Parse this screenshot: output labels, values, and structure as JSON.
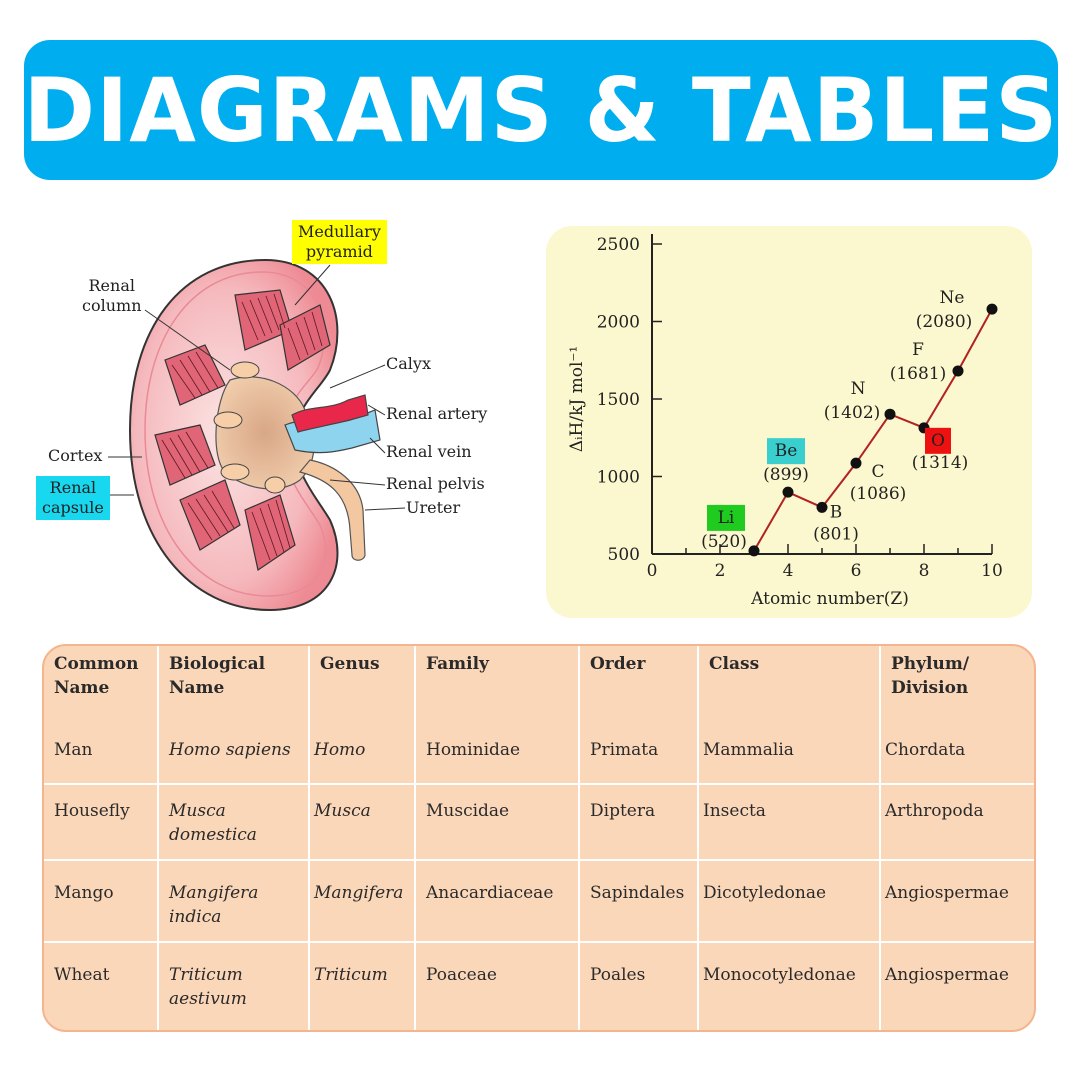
{
  "banner": {
    "title": "DIAGRAMS & TABLES"
  },
  "kidney": {
    "labels": {
      "medullary_pyramid": "Medullary\npyramid",
      "renal_column": "Renal\ncolumn",
      "calyx": "Calyx",
      "renal_artery": "Renal artery",
      "renal_vein": "Renal vein",
      "cortex": "Cortex",
      "renal_capsule": "Renal\ncapsule",
      "renal_pelvis": "Renal pelvis",
      "ureter": "Ureter"
    },
    "colors": {
      "highlight_yellow": "#ffff00",
      "highlight_cyan": "#18d8f0",
      "artery": "#e8274b",
      "vein": "#8fd4ee"
    }
  },
  "chart_data": {
    "type": "line",
    "xlabel": "Atomic number(Z)",
    "ylabel": "ΔᵢH/kJ mol⁻¹",
    "xlim": [
      0,
      10
    ],
    "ylim": [
      500,
      2500
    ],
    "xticks": [
      "0",
      "2",
      "4",
      "6",
      "8",
      "10"
    ],
    "yticks": [
      "500",
      "1000",
      "1500",
      "2000",
      "2500"
    ],
    "background": "#fbf8cf",
    "line_color": "#b22222",
    "points": [
      {
        "x": 3,
        "y": 520,
        "element": "Li",
        "value_label": "(520)",
        "highlight": "#1ecb1e"
      },
      {
        "x": 4,
        "y": 899,
        "element": "Be",
        "value_label": "(899)",
        "highlight": "#39cfcf"
      },
      {
        "x": 5,
        "y": 801,
        "element": "B",
        "value_label": "(801)",
        "highlight": ""
      },
      {
        "x": 6,
        "y": 1086,
        "element": "C",
        "value_label": "(1086)",
        "highlight": ""
      },
      {
        "x": 7,
        "y": 1402,
        "element": "N",
        "value_label": "(1402)",
        "highlight": ""
      },
      {
        "x": 8,
        "y": 1314,
        "element": "O",
        "value_label": "(1314)",
        "highlight": "#ee1111"
      },
      {
        "x": 9,
        "y": 1681,
        "element": "F",
        "value_label": "(1681)",
        "highlight": ""
      },
      {
        "x": 10,
        "y": 2080,
        "element": "Ne",
        "value_label": "(2080)",
        "highlight": ""
      }
    ]
  },
  "table": {
    "headers": [
      "Common\nName",
      "Biological\n Name",
      "Genus",
      "Family",
      "Order",
      "Class",
      "Phylum/\nDivision"
    ],
    "rows": [
      [
        "Man",
        "Homo sapiens",
        "Homo",
        "Hominidae",
        "Primata",
        "Mammalia",
        "Chordata"
      ],
      [
        "Housefly",
        "Musca\ndomestica",
        "Musca",
        "Muscidae",
        "Diptera",
        "Insecta",
        "Arthropoda"
      ],
      [
        "Mango",
        "Mangifera\nindica",
        "Mangifera",
        "Anacardiaceae",
        "Sapindales",
        "Dicotyledonae",
        "Angiospermae"
      ],
      [
        "Wheat",
        "Triticum\naestivum",
        "Triticum",
        "Poaceae",
        "Poales",
        "Monocotyledonae",
        "Angiospermae"
      ]
    ]
  }
}
